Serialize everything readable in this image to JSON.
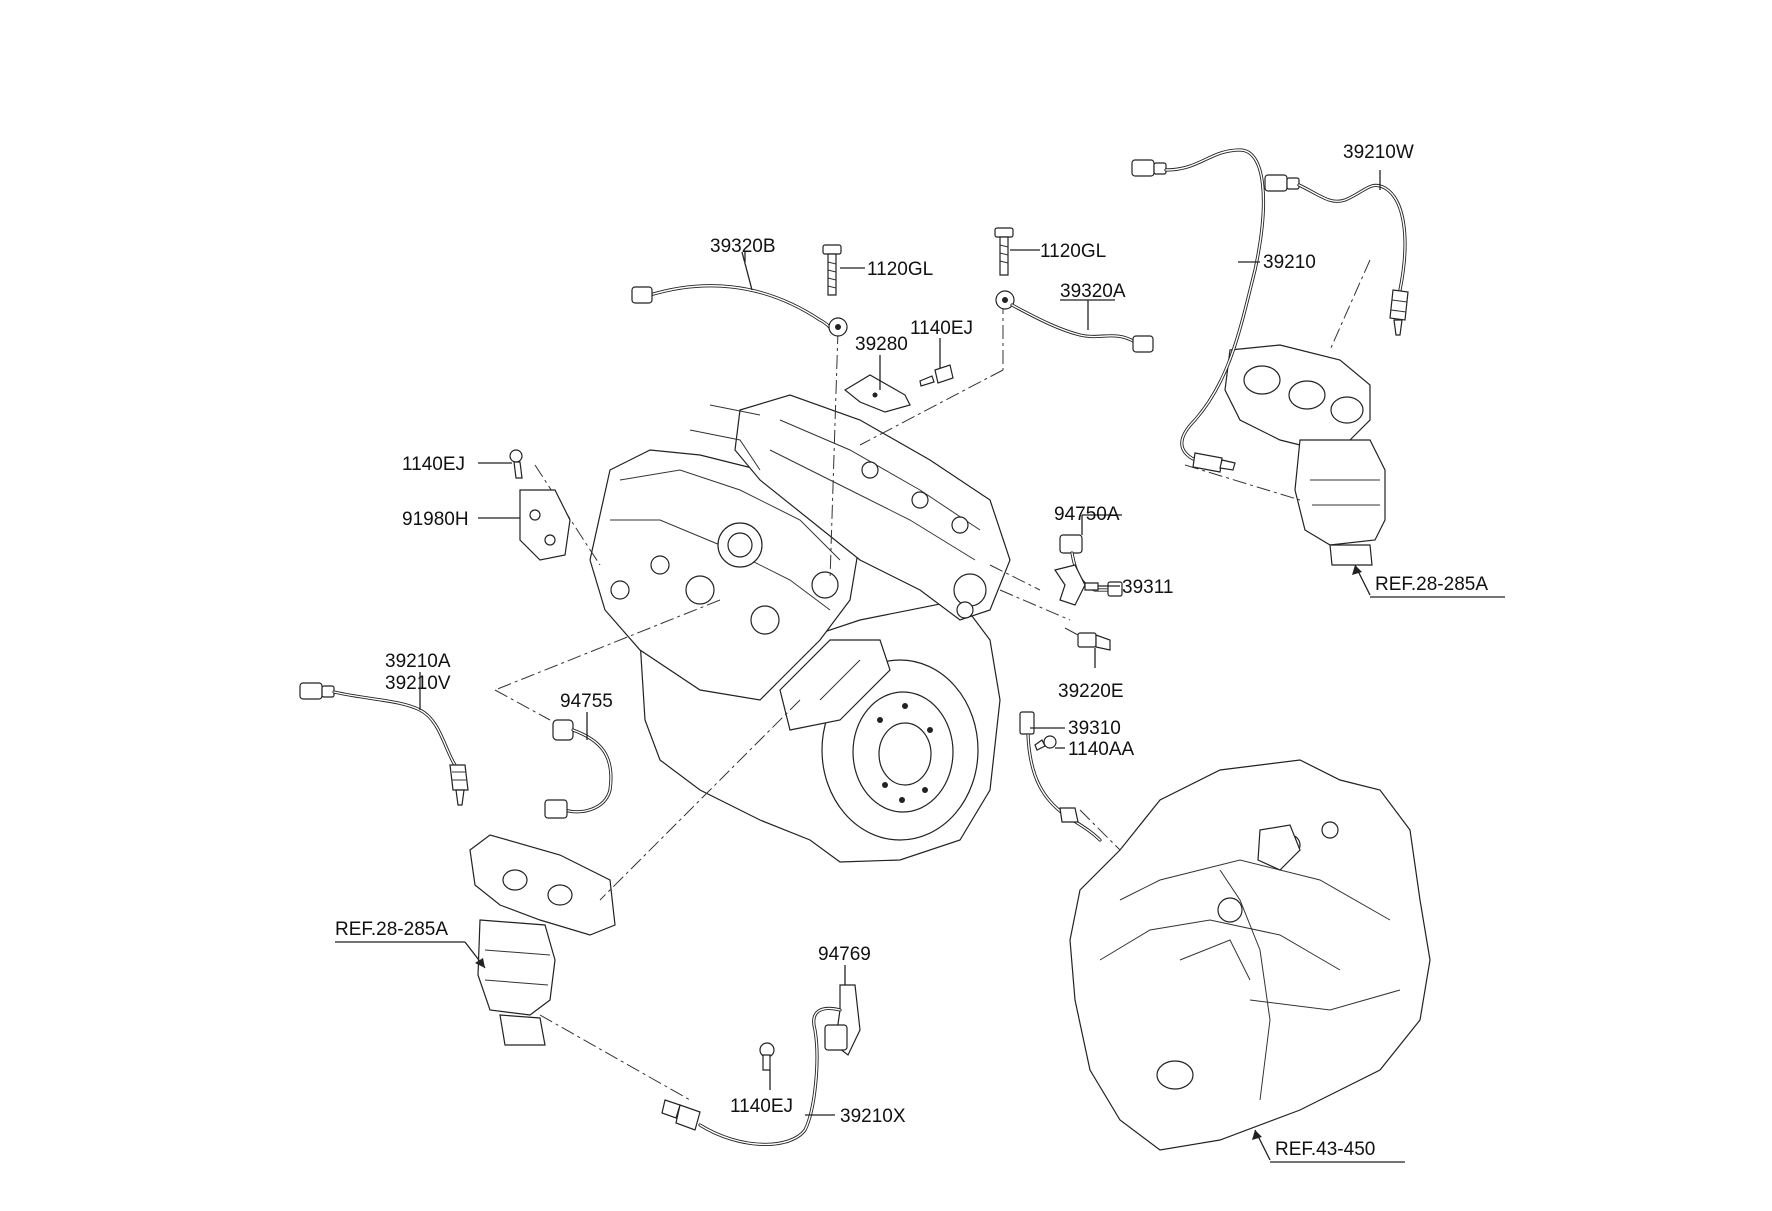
{
  "labels": {
    "p39320B": "39320B",
    "p1120GL_a": "1120GL",
    "p1120GL_b": "1120GL",
    "p39320A": "39320A",
    "p39280": "39280",
    "p1140EJ_a": "1140EJ",
    "p1140EJ_b": "1140EJ",
    "p1140EJ_c": "1140EJ",
    "p91980H": "91980H",
    "p94750A": "94750A",
    "p39311": "39311",
    "p39220E": "39220E",
    "p39210A": "39210A",
    "p39210V": "39210V",
    "p94755": "94755",
    "p39310": "39310",
    "p1140AA": "1140AA",
    "p94769": "94769",
    "p39210X": "39210X",
    "p39210": "39210",
    "p39210W": "39210W"
  },
  "refs": {
    "ref_right_manifold": "REF.28-285A",
    "ref_left_manifold": "REF.28-285A",
    "ref_transaxle": "REF.43-450"
  }
}
